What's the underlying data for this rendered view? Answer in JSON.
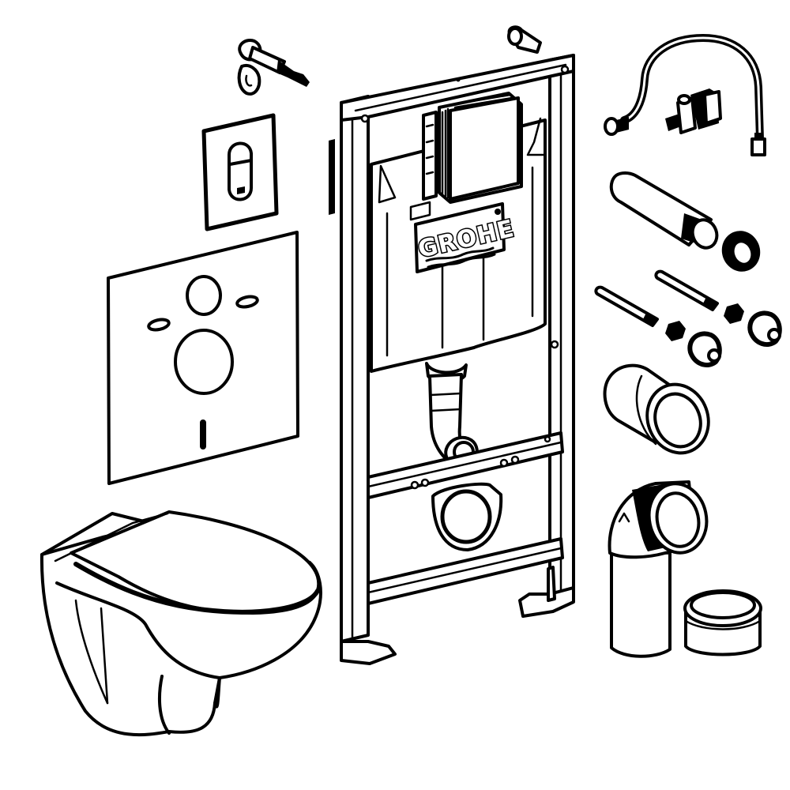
{
  "diagram": {
    "type": "exploded-parts-illustration",
    "subject": "Wall-hung toilet installation set",
    "brand_logo": "GROHE",
    "colors": {
      "line": "#000000",
      "background": "#ffffff"
    },
    "parts": [
      {
        "id": "wall-anchor-bracket",
        "label": "Wall anchor bracket with screw"
      },
      {
        "id": "flush-plate",
        "label": "Flush actuation plate"
      },
      {
        "id": "acoustic-pad",
        "label": "Sound insulation pad"
      },
      {
        "id": "wc-bowl-with-seat",
        "label": "Wall-hung WC bowl with seat"
      },
      {
        "id": "installation-frame",
        "label": "Installation frame with cistern"
      },
      {
        "id": "cistern-logo",
        "label": "GROHE"
      },
      {
        "id": "supply-hose",
        "label": "Water supply hose with angle valve"
      },
      {
        "id": "flush-pipe",
        "label": "Flush pipe with seal"
      },
      {
        "id": "mounting-bolts",
        "label": "Mounting studs, nuts and caps"
      },
      {
        "id": "flush-connector",
        "label": "Flush connector sleeve"
      },
      {
        "id": "drain-elbow",
        "label": "Drain elbow pipe"
      },
      {
        "id": "end-cap",
        "label": "Drain end cap"
      }
    ]
  }
}
